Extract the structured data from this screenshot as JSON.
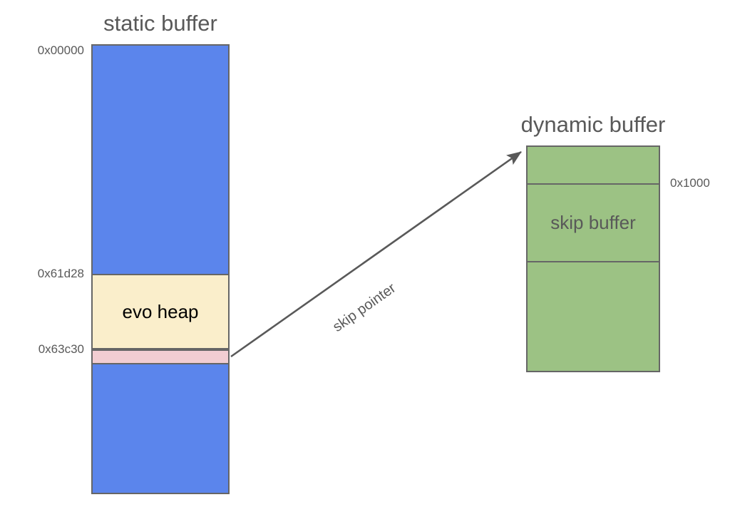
{
  "diagram": {
    "type": "memory-layout-diagram",
    "background_color": "#ffffff",
    "static_buffer": {
      "title": "static buffer",
      "start_address": "0x00000",
      "segments": [
        {
          "name": "upper-free-region",
          "label": "",
          "color": "#5b85ec",
          "start_address": "0x00000"
        },
        {
          "name": "evo-heap",
          "label": "evo heap",
          "color": "#faeecb",
          "start_address": "0x61d28"
        },
        {
          "name": "skip-pointer-slot",
          "label": "",
          "color": "#f2cdd2",
          "start_address": "0x63c30"
        },
        {
          "name": "lower-free-region",
          "label": "",
          "color": "#5b85ec",
          "start_address": ""
        }
      ],
      "addresses": [
        "0x00000",
        "0x61d28",
        "0x63c30"
      ]
    },
    "dynamic_buffer": {
      "title": "dynamic buffer",
      "segments": [
        {
          "name": "dynamic-head-region",
          "label": "",
          "color": "#9cc284"
        },
        {
          "name": "skip-buffer",
          "label": "skip buffer",
          "color": "#9cc284"
        },
        {
          "name": "dynamic-tail-region",
          "label": "",
          "color": "#9cc284"
        }
      ],
      "addresses": [
        "0x1000"
      ],
      "divider_address": "0x1000"
    },
    "connector": {
      "label": "skip pointer",
      "from": "skip-pointer-slot",
      "to": "dynamic-buffer",
      "stroke_color": "#595959"
    },
    "colors": {
      "blue": "#5b85ec",
      "cream": "#faeecb",
      "pink": "#f2cdd2",
      "green": "#9cc284",
      "stroke": "#666666",
      "text": "#595959",
      "text_dark": "#000000"
    }
  }
}
